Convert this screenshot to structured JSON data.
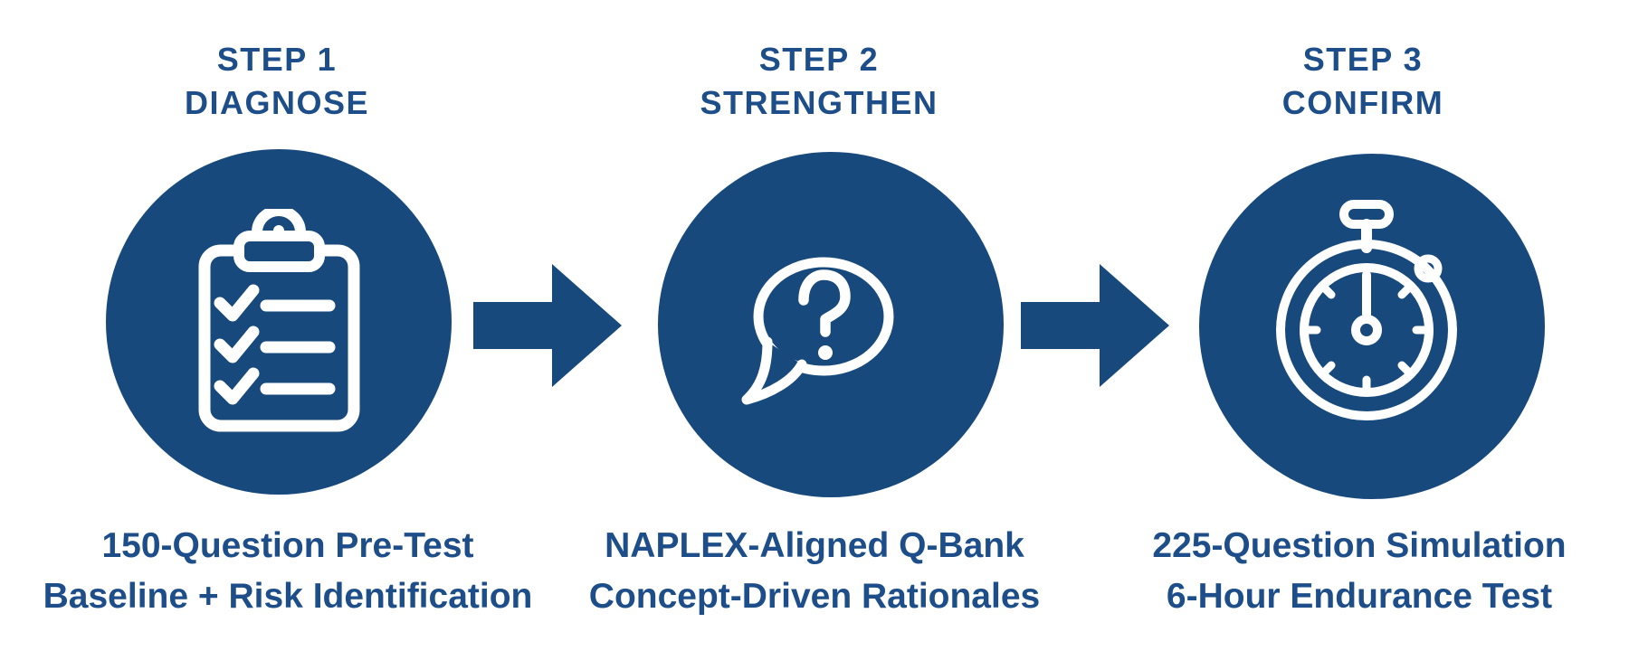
{
  "palette": {
    "background": "#FFFFFF",
    "shape_blue": "#17497D",
    "text_blue": "#1D4E89",
    "icon_white": "#FFFFFF"
  },
  "steps": [
    {
      "title_line1": "STEP 1",
      "title_line2": "DIAGNOSE",
      "icon": "clipboard-checklist-icon",
      "desc_line1": "150-Question Pre-Test",
      "desc_line2": "Baseline + Risk Identification"
    },
    {
      "title_line1": "STEP 2",
      "title_line2": "STRENGTHEN",
      "icon": "question-bubble-icon",
      "desc_line1": "NAPLEX-Aligned Q-Bank",
      "desc_line2": "Concept-Driven Rationales"
    },
    {
      "title_line1": "STEP 3",
      "title_line2": "CONFIRM",
      "icon": "stopwatch-icon",
      "desc_line1": "225-Question Simulation",
      "desc_line2": "6-Hour Endurance Test"
    }
  ],
  "arrows": [
    {
      "icon": "right-arrow-icon",
      "from": "step-1",
      "to": "step-2"
    },
    {
      "icon": "right-arrow-icon",
      "from": "step-2",
      "to": "step-3"
    }
  ]
}
